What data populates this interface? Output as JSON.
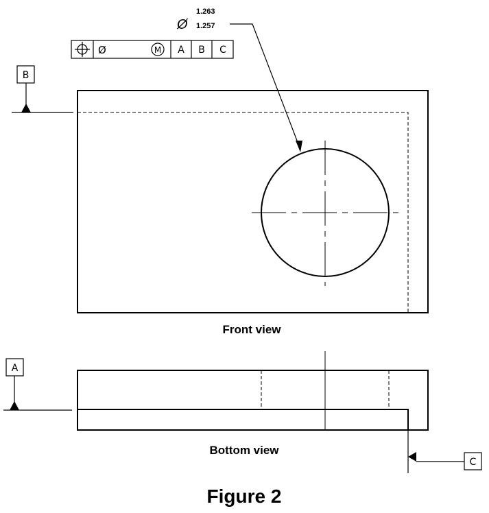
{
  "dimension": {
    "symbol": "Ø",
    "upper": "1.263",
    "lower": "1.257"
  },
  "feature_control_frame": {
    "position_symbol": "position-icon",
    "diameter": "Ø",
    "modifier": "M",
    "datums": [
      "A",
      "B",
      "C"
    ]
  },
  "datums": {
    "a": "A",
    "b": "B",
    "c": "C"
  },
  "views": {
    "front": "Front view",
    "bottom": "Bottom view"
  },
  "caption": "Figure 2"
}
